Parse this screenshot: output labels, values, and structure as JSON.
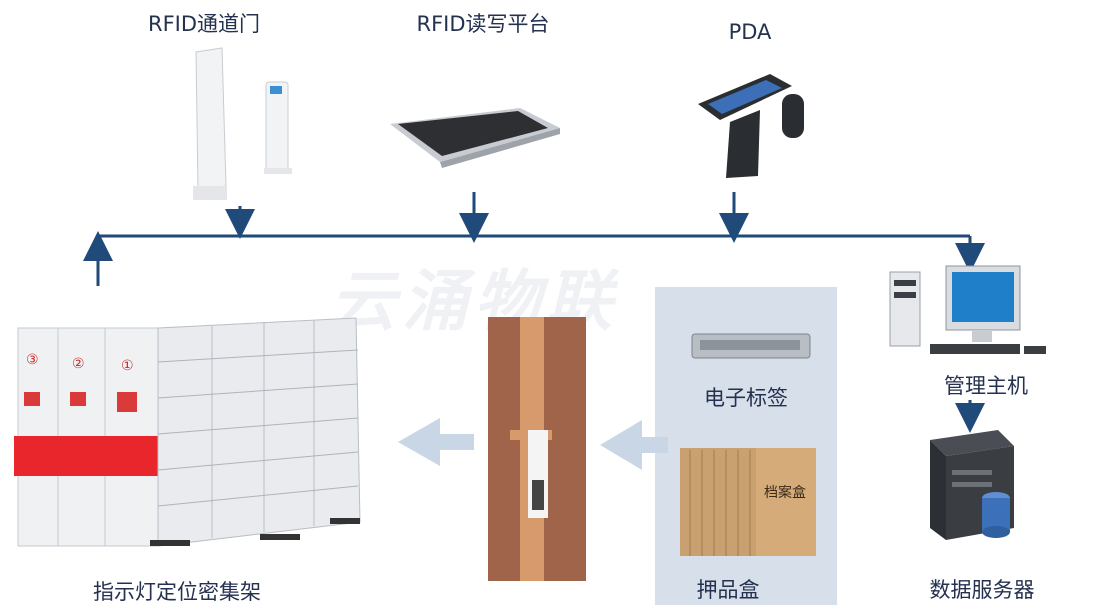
{
  "devices": {
    "rfid_gate": {
      "label": "RFID通道门"
    },
    "rfid_platform": {
      "label": "RFID读写平台"
    },
    "pda": {
      "label": "PDA"
    },
    "host": {
      "label": "管理主机"
    },
    "server": {
      "label": "数据服务器"
    },
    "shelf": {
      "label": "指示灯定位密集架"
    },
    "tag": {
      "label": "电子标签"
    },
    "box": {
      "label": "押品盒",
      "box_text": "档案盒"
    }
  },
  "shelf_numbers": [
    "③",
    "②",
    "①"
  ],
  "watermark": "云涌物联",
  "colors": {
    "line": "#1f4a7a",
    "panel": "#d7e0ea",
    "arrow_light": "#c9d6e6",
    "shelf_red": "#e8262b",
    "cardboard": "#c9a070"
  }
}
